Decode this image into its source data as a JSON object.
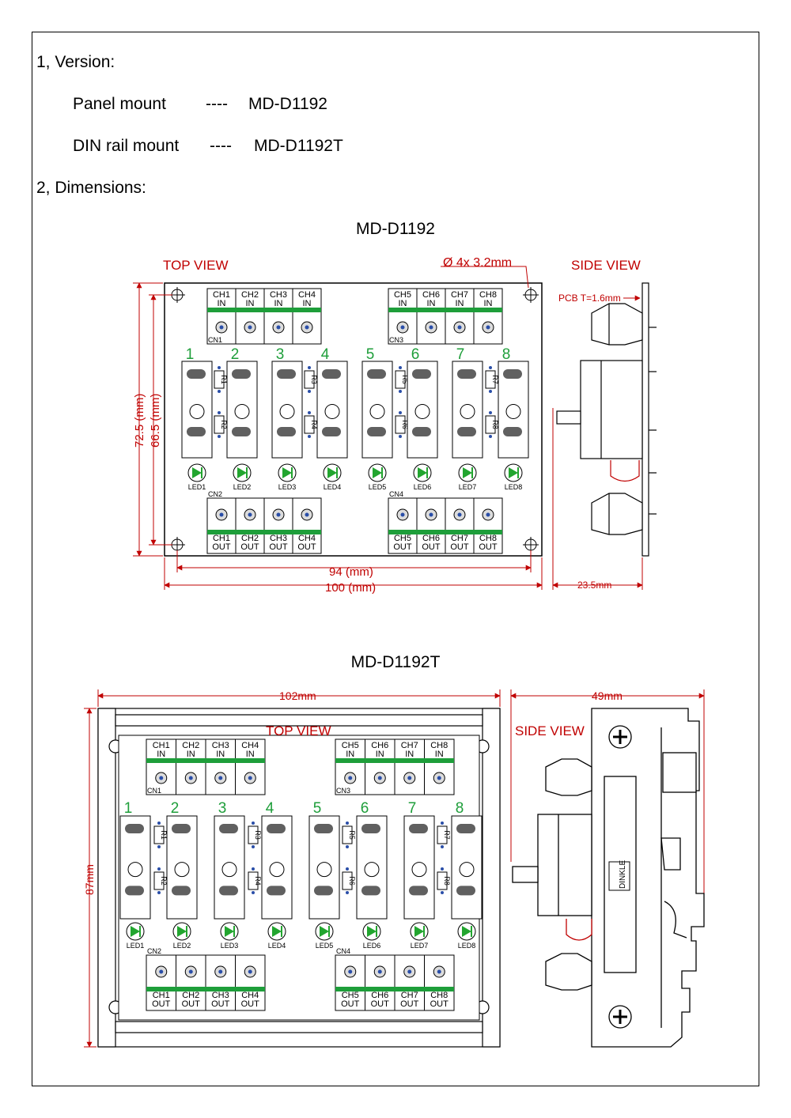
{
  "version_heading": "1, Version:",
  "versions": [
    {
      "name": "Panel mount",
      "sep": "----",
      "model": "MD-D1192"
    },
    {
      "name": "DIN rail mount",
      "sep": "----",
      "model": "MD-D1192T"
    }
  ],
  "dimensions_heading": "2, Dimensions:",
  "panel": {
    "title": "MD-D1192",
    "top_view": "TOP  VIEW",
    "side_view": "SIDE  VIEW",
    "hole_note": "Ø 4x  3.2mm",
    "pcb_note": "PCB  T=1.6mm",
    "dim_width_outer": "100 (mm)",
    "dim_width_inner": "94 (mm)",
    "dim_height_outer": "72.5 (mm)",
    "dim_height_inner": "66.5 (mm)",
    "dim_side": "23.5mm"
  },
  "din": {
    "title": "MD-D1192T",
    "top_view": "TOP  VIEW",
    "side_view": "SIDE  VIEW",
    "dim_width": "102mm",
    "dim_height": "87mm",
    "dim_side": "49mm",
    "brand": "DINKLE"
  },
  "board": {
    "connectors": [
      "CN1",
      "CN2",
      "CN3",
      "CN4"
    ],
    "in_labels": [
      "CH1 IN",
      "CH2 IN",
      "CH3 IN",
      "CH4 IN",
      "CH5 IN",
      "CH6 IN",
      "CH7 IN",
      "CH8 IN"
    ],
    "out_labels": [
      "CH1 OUT",
      "CH2 OUT",
      "CH3 OUT",
      "CH4 OUT",
      "CH5 OUT",
      "CH6 OUT",
      "CH7 OUT",
      "CH8 OUT"
    ],
    "channel_numbers": [
      "1",
      "2",
      "3",
      "4",
      "5",
      "6",
      "7",
      "8"
    ],
    "resistors": [
      "R1",
      "R2",
      "R3",
      "R4",
      "R5",
      "R6",
      "R7",
      "R8"
    ],
    "leds": [
      "LED1",
      "LED2",
      "LED3",
      "LED4",
      "LED5",
      "LED6",
      "LED7",
      "LED8"
    ]
  },
  "colors": {
    "pcb_green": "#1e9e3a",
    "terminal_green": "#d8ecd8",
    "dimension_red": "#c00000",
    "led_green": "#22a52f"
  }
}
